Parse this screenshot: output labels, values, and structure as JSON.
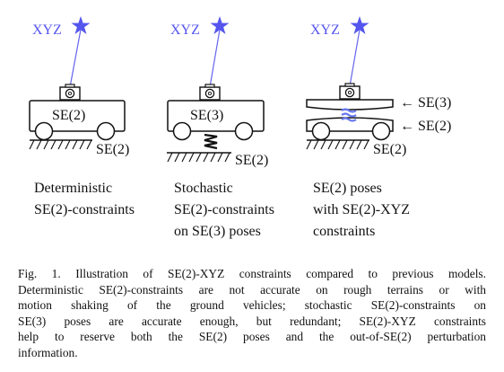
{
  "figure": {
    "panels": [
      {
        "star_label": "XYZ",
        "body_label": "SE(2)",
        "ground_label": "SE(2)",
        "caption_lines": [
          "Deterministic",
          "SE(2)-constraints"
        ]
      },
      {
        "star_label": "XYZ",
        "body_label": "SE(3)",
        "ground_label": "SE(2)",
        "caption_lines": [
          "Stochastic",
          "SE(2)-constraints",
          "on SE(3) poses"
        ]
      },
      {
        "star_label": "XYZ",
        "top_arrow_label": "← SE(3)",
        "bottom_arrow_label": "← SE(2)",
        "ground_label": "SE(2)",
        "caption_lines": [
          "SE(2) poses",
          "with SE(2)-XYZ",
          "constraints"
        ]
      }
    ],
    "colors": {
      "star": "#5555ee",
      "ray": "#6666ee",
      "wave": "#6677ee",
      "ink": "#111111"
    }
  },
  "caption": {
    "lines": [
      "Fig. 1.   Illustration of SE(2)-XYZ constraints compared to previous models.",
      "Deterministic SE(2)-constraints are not accurate on rough terrains or with",
      "motion shaking of the ground vehicles; stochastic SE(2)-constraints on",
      "SE(3) poses are accurate enough, but redundant; SE(2)-XYZ constraints",
      "help to reserve both the SE(2) poses and the out-of-SE(2) perturbation",
      "information."
    ]
  }
}
